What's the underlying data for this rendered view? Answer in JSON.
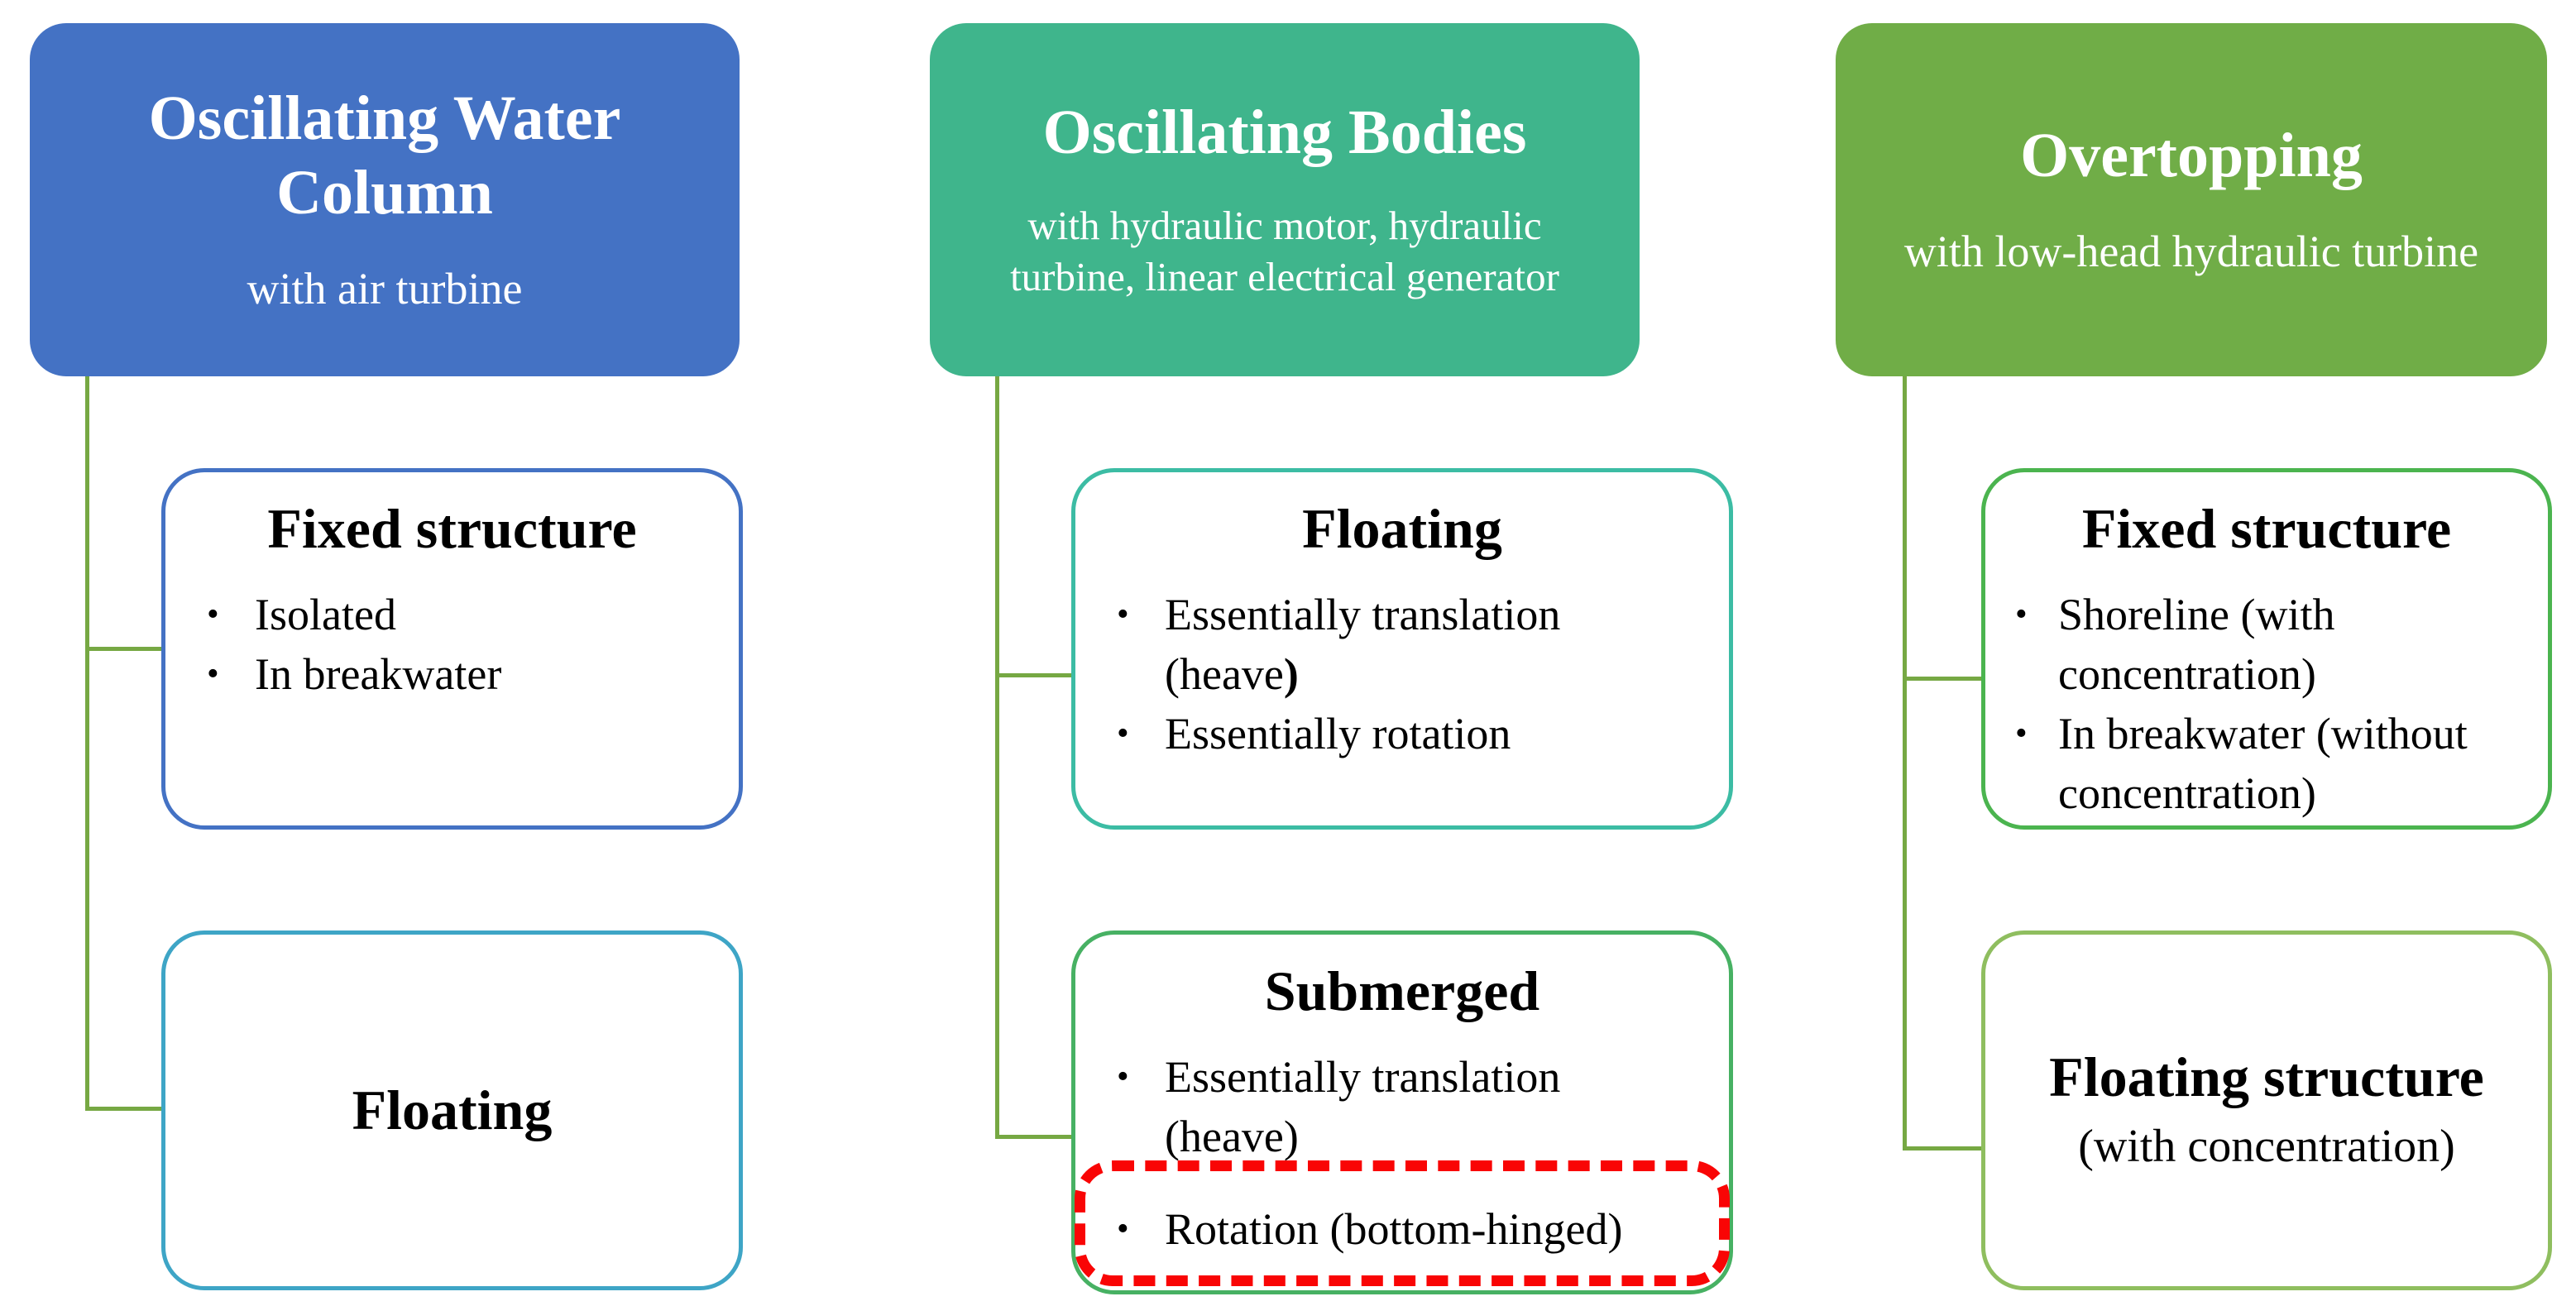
{
  "connectors": {
    "color": "#76A843"
  },
  "highlight": {
    "color": "#F90505",
    "style": "dashed"
  },
  "text_colors": {
    "header_text": "#FFFFFF",
    "body_text": "#000000"
  },
  "columns": [
    {
      "id": "oscillating-water-column",
      "header": {
        "title": "Oscillating Water\nColumn",
        "subtitle": "with air turbine",
        "bg": "#4472C4"
      },
      "children": [
        {
          "title": "Fixed structure",
          "border_color": "#4472C4",
          "bullets": [
            {
              "text": "Isolated"
            },
            {
              "text": "In breakwater"
            }
          ]
        },
        {
          "title": "Floating",
          "border_color": "#3EA5C6"
        }
      ]
    },
    {
      "id": "oscillating-bodies",
      "header": {
        "title": "Oscillating Bodies",
        "subtitle": "with hydraulic motor, hydraulic\nturbine, linear electrical generator",
        "bg": "#3FB58C"
      },
      "children": [
        {
          "title": "Floating",
          "border_color": "#3CBCA4",
          "bullets": [
            {
              "text": "Essentially translation\n(heave",
              "bold_suffix": ")"
            },
            {
              "text": "Essentially rotation"
            }
          ]
        },
        {
          "title": "Submerged",
          "border_color": "#47B163",
          "bullets": [
            {
              "text": "Essentially translation\n(heave)"
            },
            {
              "text": "Rotation (bottom-hinged)",
              "highlighted": true
            }
          ]
        }
      ]
    },
    {
      "id": "overtopping",
      "header": {
        "title": "Overtopping",
        "subtitle": "with low-head hydraulic turbine",
        "bg": "#70AD47"
      },
      "children": [
        {
          "title": "Fixed structure",
          "border_color": "#4BB44F",
          "bullets": [
            {
              "text": "Shoreline (with\nconcentration)"
            },
            {
              "text": "In breakwater (without\nconcentration)"
            }
          ]
        },
        {
          "title": "Floating structure",
          "subtitle": "(with concentration)",
          "border_color": "#8FBE5F"
        }
      ]
    }
  ]
}
